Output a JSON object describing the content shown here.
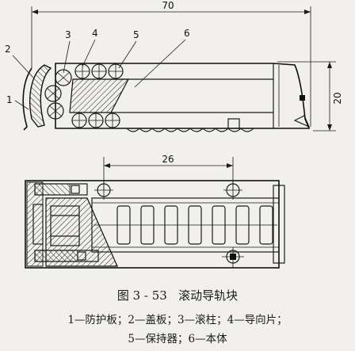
{
  "figure": {
    "number": "图 3 - 53",
    "title": "滚动导轨块",
    "legend_line1": "1—防护板；2—盖板；3—滚柱；4—导向片；",
    "legend_line2": "5—保持器；6—本体"
  },
  "dimensions": {
    "overall_length": "70",
    "height": "20",
    "pitch": "26"
  },
  "part_labels": [
    "1",
    "2",
    "3",
    "4",
    "5",
    "6"
  ]
}
